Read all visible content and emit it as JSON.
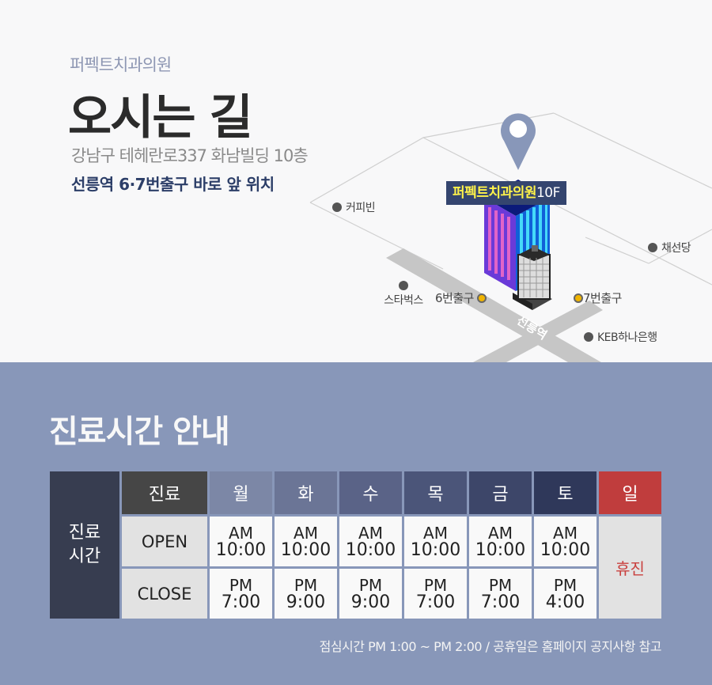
{
  "header": {
    "clinic_name": "퍼펙트치과의원",
    "title": "오시는 길",
    "address": "강남구 테헤란로337 화남빌딩 10층",
    "location_hint": "선릉역 6·7번출구 바로 앞 위치"
  },
  "map": {
    "building_label_name": "퍼펙트치과의원",
    "building_label_floor": "10F",
    "road_label": "선릉역",
    "pois": [
      {
        "name": "커피빈"
      },
      {
        "name": "스타벅스"
      },
      {
        "name": "채선당"
      },
      {
        "name": "KEB하나은행"
      }
    ],
    "exits": [
      {
        "name": "6번출구"
      },
      {
        "name": "7번출구"
      }
    ],
    "colors": {
      "pin": "#8897b9",
      "exit_dot": "#f0b400",
      "road": "#c8c8c8"
    }
  },
  "hours": {
    "title": "진료시간 안내",
    "side_label_line1": "진료",
    "side_label_line2": "시간",
    "header_label": "진료",
    "days": [
      {
        "label": "월",
        "color": "#7c87a6",
        "open_ampm": "AM",
        "open": "10:00",
        "close_ampm": "PM",
        "close": "7:00"
      },
      {
        "label": "화",
        "color": "#6b7596",
        "open_ampm": "AM",
        "open": "10:00",
        "close_ampm": "PM",
        "close": "9:00"
      },
      {
        "label": "수",
        "color": "#5a6387",
        "open_ampm": "AM",
        "open": "10:00",
        "close_ampm": "PM",
        "close": "9:00"
      },
      {
        "label": "목",
        "color": "#4b5579",
        "open_ampm": "AM",
        "open": "10:00",
        "close_ampm": "PM",
        "close": "7:00"
      },
      {
        "label": "금",
        "color": "#3d4669",
        "open_ampm": "AM",
        "open": "10:00",
        "close_ampm": "PM",
        "close": "7:00"
      },
      {
        "label": "토",
        "color": "#2f385a",
        "open_ampm": "AM",
        "open": "10:00",
        "close_ampm": "PM",
        "close": "4:00"
      }
    ],
    "sunday": {
      "label": "일",
      "color": "#c03d3d",
      "status": "휴진"
    },
    "open_label": "OPEN",
    "close_label": "CLOSE",
    "note": "점심시간  PM 1:00 ~ PM 2:00 / 공휴일은 홈페이지 공지사항 참고"
  }
}
